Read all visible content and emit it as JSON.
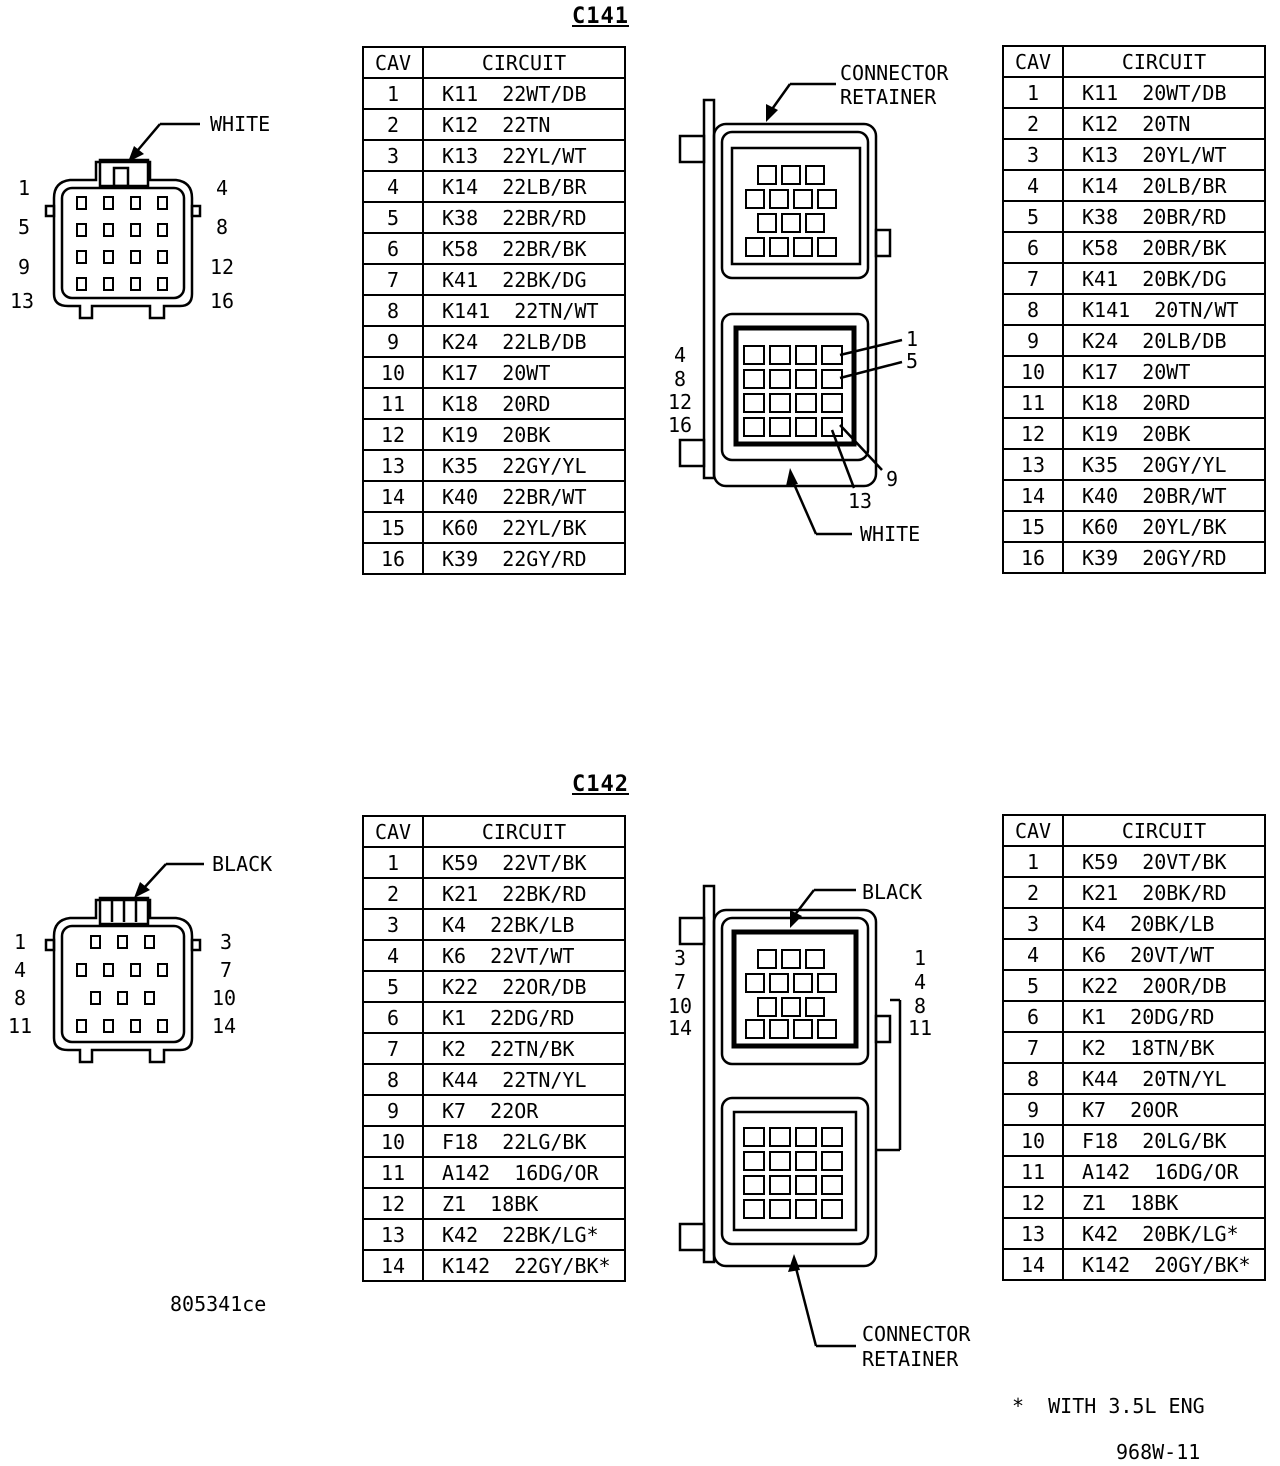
{
  "c141": {
    "title": "C141",
    "face_color": "WHITE",
    "retainer_label": [
      "CONNECTOR",
      "RETAINER"
    ],
    "housing_color": "WHITE",
    "pin_labels_left": [
      "1",
      "5",
      "9",
      "13"
    ],
    "pin_labels_right": [
      "4",
      "8",
      "12",
      "16"
    ],
    "housing_left_numbers": [
      "4",
      "8",
      "12",
      "16"
    ],
    "housing_callouts": [
      "1",
      "5",
      "9",
      "13"
    ],
    "table_left": {
      "headers": [
        "CAV",
        "CIRCUIT"
      ],
      "rows": [
        [
          "1",
          "K11  22WT/DB"
        ],
        [
          "2",
          "K12  22TN"
        ],
        [
          "3",
          "K13  22YL/WT"
        ],
        [
          "4",
          "K14  22LB/BR"
        ],
        [
          "5",
          "K38  22BR/RD"
        ],
        [
          "6",
          "K58  22BR/BK"
        ],
        [
          "7",
          "K41  22BK/DG"
        ],
        [
          "8",
          "K141  22TN/WT"
        ],
        [
          "9",
          "K24  22LB/DB"
        ],
        [
          "10",
          "K17  20WT"
        ],
        [
          "11",
          "K18  20RD"
        ],
        [
          "12",
          "K19  20BK"
        ],
        [
          "13",
          "K35  22GY/YL"
        ],
        [
          "14",
          "K40  22BR/WT"
        ],
        [
          "15",
          "K60  22YL/BK"
        ],
        [
          "16",
          "K39  22GY/RD"
        ]
      ]
    },
    "table_right": {
      "headers": [
        "CAV",
        "CIRCUIT"
      ],
      "rows": [
        [
          "1",
          "K11  20WT/DB"
        ],
        [
          "2",
          "K12  20TN"
        ],
        [
          "3",
          "K13  20YL/WT"
        ],
        [
          "4",
          "K14  20LB/BR"
        ],
        [
          "5",
          "K38  20BR/RD"
        ],
        [
          "6",
          "K58  20BR/BK"
        ],
        [
          "7",
          "K41  20BK/DG"
        ],
        [
          "8",
          "K141  20TN/WT"
        ],
        [
          "9",
          "K24  20LB/DB"
        ],
        [
          "10",
          "K17  20WT"
        ],
        [
          "11",
          "K18  20RD"
        ],
        [
          "12",
          "K19  20BK"
        ],
        [
          "13",
          "K35  20GY/YL"
        ],
        [
          "14",
          "K40  20BR/WT"
        ],
        [
          "15",
          "K60  20YL/BK"
        ],
        [
          "16",
          "K39  20GY/RD"
        ]
      ]
    }
  },
  "c142": {
    "title": "C142",
    "face_color": "BLACK",
    "housing_color": "BLACK",
    "retainer_label": [
      "CONNECTOR",
      "RETAINER"
    ],
    "pin_labels_left": [
      "1",
      "4",
      "8",
      "11"
    ],
    "pin_labels_right": [
      "3",
      "7",
      "10",
      "14"
    ],
    "housing_left_numbers": [
      "3",
      "7",
      "10",
      "14"
    ],
    "housing_right_numbers": [
      "1",
      "4",
      "8",
      "11"
    ],
    "table_left": {
      "headers": [
        "CAV",
        "CIRCUIT"
      ],
      "rows": [
        [
          "1",
          "K59  22VT/BK"
        ],
        [
          "2",
          "K21  22BK/RD"
        ],
        [
          "3",
          "K4  22BK/LB"
        ],
        [
          "4",
          "K6  22VT/WT"
        ],
        [
          "5",
          "K22  22OR/DB"
        ],
        [
          "6",
          "K1  22DG/RD"
        ],
        [
          "7",
          "K2  22TN/BK"
        ],
        [
          "8",
          "K44  22TN/YL"
        ],
        [
          "9",
          "K7  22OR"
        ],
        [
          "10",
          "F18  22LG/BK"
        ],
        [
          "11",
          "A142  16DG/OR"
        ],
        [
          "12",
          "Z1  18BK"
        ],
        [
          "13",
          "K42  22BK/LG*"
        ],
        [
          "14",
          "K142  22GY/BK*"
        ]
      ]
    },
    "table_right": {
      "headers": [
        "CAV",
        "CIRCUIT"
      ],
      "rows": [
        [
          "1",
          "K59  20VT/BK"
        ],
        [
          "2",
          "K21  20BK/RD"
        ],
        [
          "3",
          "K4  20BK/LB"
        ],
        [
          "4",
          "K6  20VT/WT"
        ],
        [
          "5",
          "K22  20OR/DB"
        ],
        [
          "6",
          "K1  20DG/RD"
        ],
        [
          "7",
          "K2  18TN/BK"
        ],
        [
          "8",
          "K44  20TN/YL"
        ],
        [
          "9",
          "K7  20OR"
        ],
        [
          "10",
          "F18  20LG/BK"
        ],
        [
          "11",
          "A142  16DG/OR"
        ],
        [
          "12",
          "Z1  18BK"
        ],
        [
          "13",
          "K42  20BK/LG*"
        ],
        [
          "14",
          "K142  20GY/BK*"
        ]
      ]
    }
  },
  "figure_id": "805341ce",
  "footnote": "*  WITH 3.5L ENG",
  "page_code": "968W-11"
}
